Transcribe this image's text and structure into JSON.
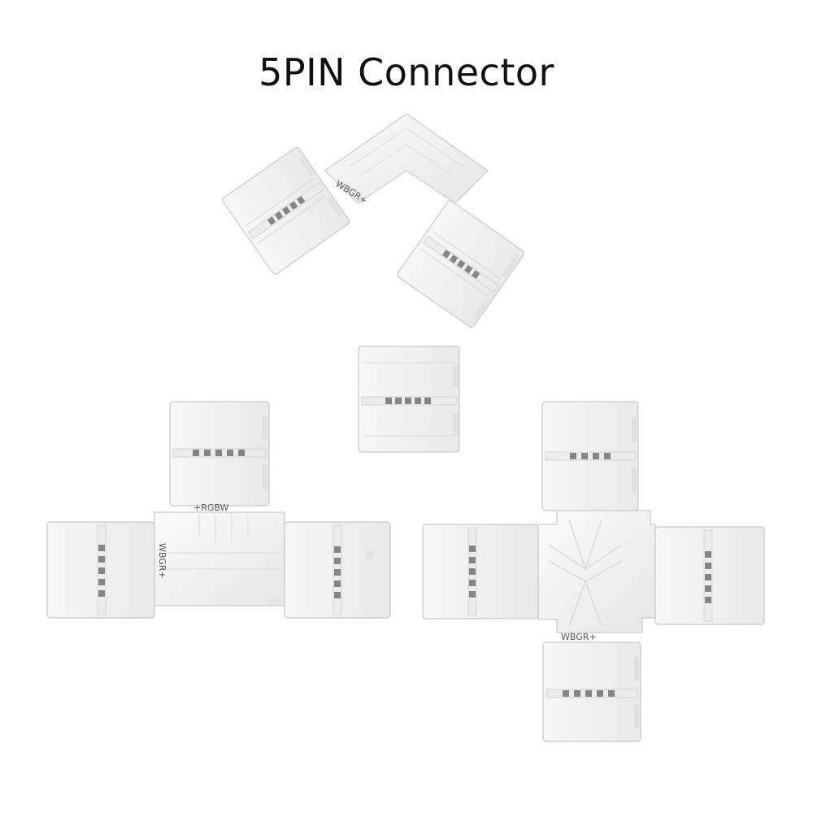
{
  "title": "5PIN Connector",
  "colors": {
    "plastic": "#f3f3f3",
    "plastic_shade": "#dedede",
    "edge": "#c4c4c4",
    "pin": "#7a7a7a"
  },
  "connectors": {
    "l_shape": {
      "pin_label": "WBGR+"
    },
    "t_shape": {
      "pin_label_top": "+RGBW",
      "pin_label_side": "WBGR+"
    },
    "x_shape": {
      "pin_label": "WBGR+"
    }
  }
}
